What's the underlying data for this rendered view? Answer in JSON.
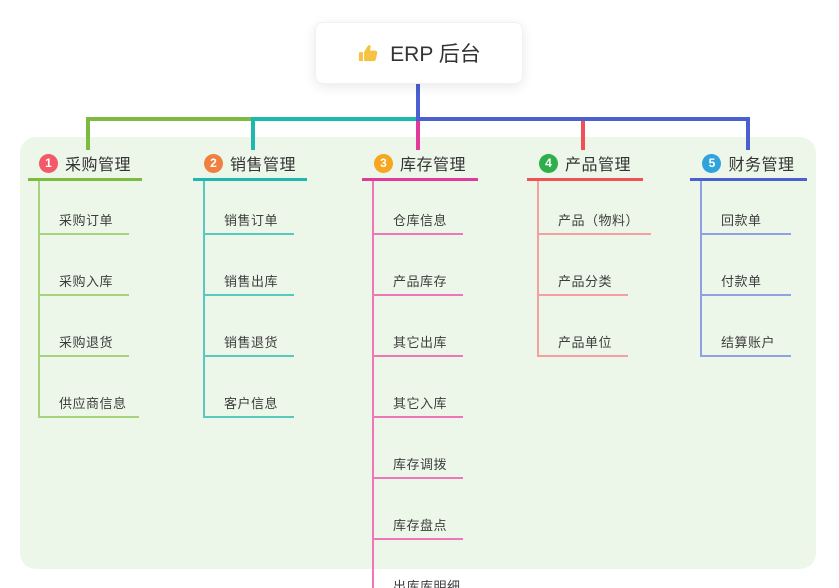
{
  "root": {
    "label": "ERP 后台",
    "icon": "thumbs-up"
  },
  "colors": {
    "canvas_bg": "#ffffff",
    "panel_bg": "#edf7e9",
    "root_stem": "#4a5fd0",
    "root_text": "#333333",
    "thumb_icon": "#f6c243"
  },
  "branches": [
    {
      "badge": "1",
      "label": "采购管理",
      "badge_color": "#f4596a",
      "line_color": "#7cbb3f",
      "child_line_color": "#a6d37e",
      "children": [
        "采购订单",
        "采购入库",
        "采购退货",
        "供应商信息"
      ]
    },
    {
      "badge": "2",
      "label": "销售管理",
      "badge_color": "#f08040",
      "line_color": "#1db9b0",
      "child_line_color": "#57c9c0",
      "children": [
        "销售订单",
        "销售出库",
        "销售退货",
        "客户信息"
      ]
    },
    {
      "badge": "3",
      "label": "库存管理",
      "badge_color": "#f7a61f",
      "line_color": "#e23a98",
      "child_line_color": "#ef76b8",
      "children": [
        "仓库信息",
        "产品库存",
        "其它出库",
        "其它入库",
        "库存调拨",
        "库存盘点",
        "出库库明细"
      ]
    },
    {
      "badge": "4",
      "label": "产品管理",
      "badge_color": "#2fae4c",
      "line_color": "#f15156",
      "child_line_color": "#f79ea1",
      "children": [
        "产品（物料）",
        "产品分类",
        "产品单位"
      ]
    },
    {
      "badge": "5",
      "label": "财务管理",
      "badge_color": "#2fa3dc",
      "line_color": "#4a5fd0",
      "child_line_color": "#8da1e4",
      "children": [
        "回款单",
        "付款单",
        "结算账户"
      ]
    }
  ]
}
